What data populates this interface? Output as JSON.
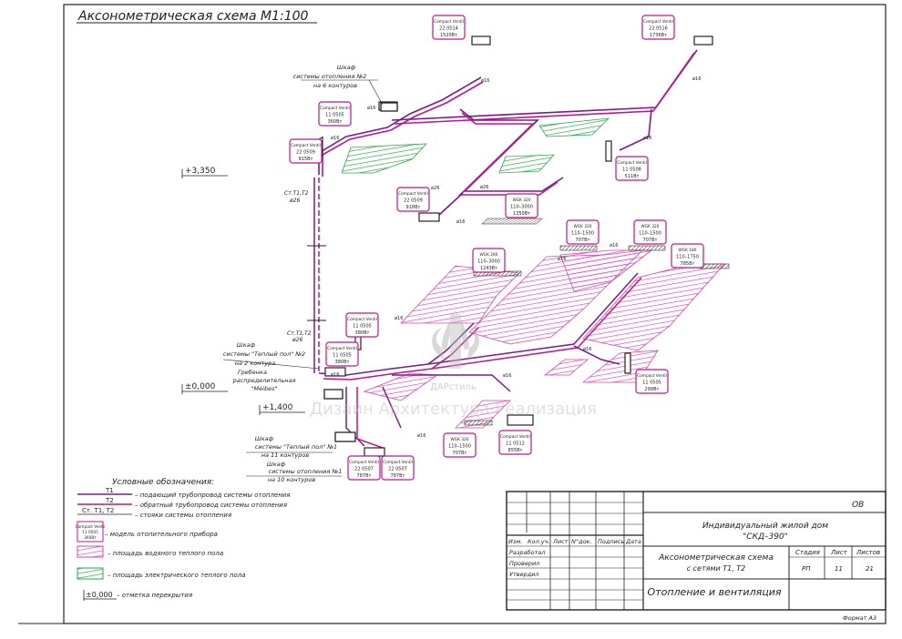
{
  "sheet": {
    "title": "Аксонометрическая схема М1:100",
    "format": "Формат А3",
    "sheet_code": "ОВ"
  },
  "colors": {
    "supply": "#7a1a8c",
    "return": "#c0148c",
    "water_floor": "#e040b0",
    "electric_floor": "#2aa84a",
    "label_box": "#c0148c"
  },
  "levels": [
    {
      "text": "+3,350"
    },
    {
      "text": "±0,000"
    },
    {
      "text": "+1,400"
    }
  ],
  "radiators": [
    {
      "l1": "Compact Ventil",
      "l2": "22 0514",
      "l3": "1520Вт"
    },
    {
      "l1": "Compact Ventil",
      "l2": "22 0516",
      "l3": "1736Вт"
    },
    {
      "l1": "Compact Ventil",
      "l2": "11 0505",
      "l3": "360Вт"
    },
    {
      "l1": "Compact Ventil",
      "l2": "22 0509",
      "l3": "915Вт"
    },
    {
      "l1": "Compact Ventil",
      "l2": "11 0508",
      "l3": "511Вт"
    },
    {
      "l1": "Compact Ventil",
      "l2": "22 0509",
      "l3": "918Вт"
    },
    {
      "l1": "Compact Ventil",
      "l2": "11 0505",
      "l3": "380Вт"
    },
    {
      "l1": "Compact Ventil",
      "l2": "11 0505",
      "l3": "380Вт"
    },
    {
      "l1": "Compact Ventil",
      "l2": "11 0505",
      "l3": "299Вт"
    },
    {
      "l1": "Compact Ventil",
      "l2": "11 0512",
      "l3": "855Вт"
    },
    {
      "l1": "Compact Ventil",
      "l2": "22 0507",
      "l3": "787Вт"
    },
    {
      "l1": "Compact Ventil",
      "l2": "22 0507",
      "l3": "787Вт"
    }
  ],
  "floor_loops": [
    {
      "l1": "WGK 320",
      "l2": "110–3000",
      "l3": "1350Вт"
    },
    {
      "l1": "WGK 320",
      "l2": "110–1500",
      "l3": "707Вт"
    },
    {
      "l1": "WGK 320",
      "l2": "110–1500",
      "l3": "707Вт"
    },
    {
      "l1": "WGK 260",
      "l2": "110–3000",
      "l3": "1243Вт"
    },
    {
      "l1": "WGK 180",
      "l2": "110–1750",
      "l3": "785Вт"
    },
    {
      "l1": "WGK 320",
      "l2": "110–1500",
      "l3": "707Вт"
    }
  ],
  "cabinets": [
    {
      "line1": "Шкаф",
      "line2": "системы отопления №2",
      "line3": "на 6 контуров"
    },
    {
      "line1": "Шкаф",
      "line2": "системы \"Теплый пол\" №2",
      "line3": "на 2 контура"
    },
    {
      "line1": "Гребенка",
      "line2": "распределительная",
      "line3": "\"Meibes\""
    },
    {
      "line1": "Шкаф",
      "line2": "системы \"Теплый пол\" №1",
      "line3": "на 11 контуров"
    },
    {
      "line1": "Шкаф",
      "line2": "системы отопления №1",
      "line3": "на 10 контуров"
    }
  ],
  "risers": [
    {
      "line1": "Ст.Т1,Т2",
      "line2": "ø26"
    },
    {
      "line1": "Ст.Т1,Т2",
      "line2": "ø26"
    }
  ],
  "diameter_tags": [
    "ø16",
    "ø16",
    "ø16",
    "ø16",
    "ø16",
    "ø16",
    "ø26",
    "ø26",
    "ø16",
    "ø16",
    "ø16",
    "ø16",
    "ø16",
    "ø16",
    "ø16"
  ],
  "watermark": {
    "line1": "Дизайн Архитектура Реализация",
    "line2": "ДАРстиль"
  },
  "legend": {
    "title": "Условные обозначения:",
    "rows": [
      {
        "code": "Т1",
        "text": "– подающий трубопровод системы отопления"
      },
      {
        "code": "Т2",
        "text": "– обратный трубопровод системы отопления"
      },
      {
        "code": "Ст. Т1, Т2",
        "text": "– стояки системы отопления"
      },
      {
        "code": "",
        "text": "– модель отопительного прибора"
      },
      {
        "code": "",
        "text": "– площадь водяного теплого пола"
      },
      {
        "code": "",
        "text": "– площадь электрического теплого пола"
      },
      {
        "code": "±0,000",
        "text": "– отметка перекрытия"
      }
    ],
    "sample_label": {
      "l1": "Compact Ventil",
      "l2": "11 0505",
      "l3": "360Вт"
    }
  },
  "title_block": {
    "headers": [
      "Изм.",
      "Кол.уч.",
      "Лист",
      "N°док.",
      "Подпись",
      "Дата"
    ],
    "roles": [
      "Разработал",
      "Проверил",
      "Утвердил"
    ],
    "project": [
      "Индивидуальный жилой дом",
      "\"СКД–390\""
    ],
    "drawing_title": [
      "Аксонометрическая схема",
      "с сетями Т1, Т2"
    ],
    "section": "Отопление и вентиляция",
    "stage_header": "Стадия",
    "sheet_header": "Лист",
    "sheets_header": "Листов",
    "stage": "РП",
    "sheet_no": "11",
    "sheets_total": "21"
  }
}
